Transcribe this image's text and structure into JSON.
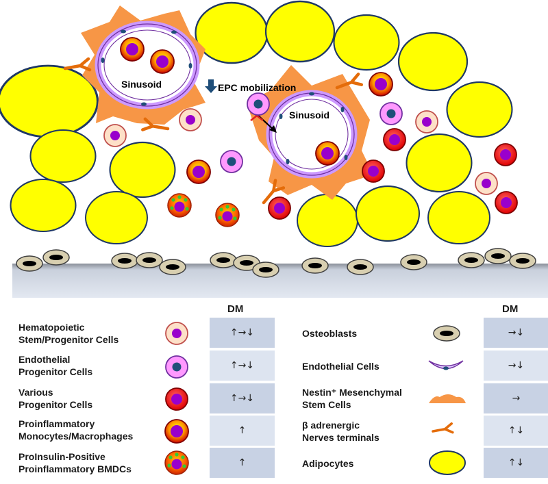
{
  "diagram": {
    "sinusoid_left_label": "Sinusoid",
    "sinusoid_right_label": "Sinusoid",
    "epc_label": "EPC mobilization"
  },
  "legend": {
    "dm_header_left": "DM",
    "dm_header_right": "DM",
    "left": [
      {
        "line1": "Hematopoietic",
        "line2": "Stem/Progenitor Cells",
        "icon": "hsc-cell-icon",
        "dm": "↑→↓"
      },
      {
        "line1": "Endothelial",
        "line2": "Progenitor Cells",
        "icon": "epc-cell-icon",
        "dm": "↑→↓"
      },
      {
        "line1": "Various",
        "line2": "Progenitor Cells",
        "icon": "progenitor-cell-icon",
        "dm": "↑→↓"
      },
      {
        "line1": "Proinflammatory",
        "line2": "Monocytes/Macrophages",
        "icon": "monocyte-cell-icon",
        "dm": "↑"
      },
      {
        "line1": "ProInsulin-Positive",
        "line2": "Proinflammatory BMDCs",
        "icon": "bmdc-cell-icon",
        "dm": "↑"
      }
    ],
    "right": [
      {
        "line1": "Osteoblasts",
        "line2": "",
        "icon": "osteoblast-icon",
        "dm": "→↓"
      },
      {
        "line1": "Endothelial Cells",
        "line2": "",
        "icon": "endothelial-cell-icon",
        "dm": "→↓"
      },
      {
        "line1": "Nestin⁺ Mesenchymal",
        "line2": "Stem Cells",
        "icon": "msc-cell-icon",
        "dm": "→"
      },
      {
        "line1": "β adrenergic",
        "line2": "Nerves terminals",
        "icon": "nerve-terminal-icon",
        "dm": "↑↓"
      },
      {
        "line1": "Adipocytes",
        "line2": "",
        "icon": "adipocyte-icon",
        "dm": "↑↓"
      }
    ]
  },
  "colors": {
    "adipocyte_fill": "#ffff00",
    "adipocyte_stroke": "#1f3864",
    "msc": "#f79646",
    "endothelial": "#cc99ff",
    "nucleus_purple": "#9900cc",
    "epc_fill": "#ff99ff",
    "epc_nucleus": "#1f4e79",
    "progenitor_fill": "#ff3300",
    "hsc_fill": "#fde0c8",
    "bone": "#d0d8e8",
    "osteoblast_fill": "#d8cfb0",
    "dm_box": "#c8d2e4"
  }
}
